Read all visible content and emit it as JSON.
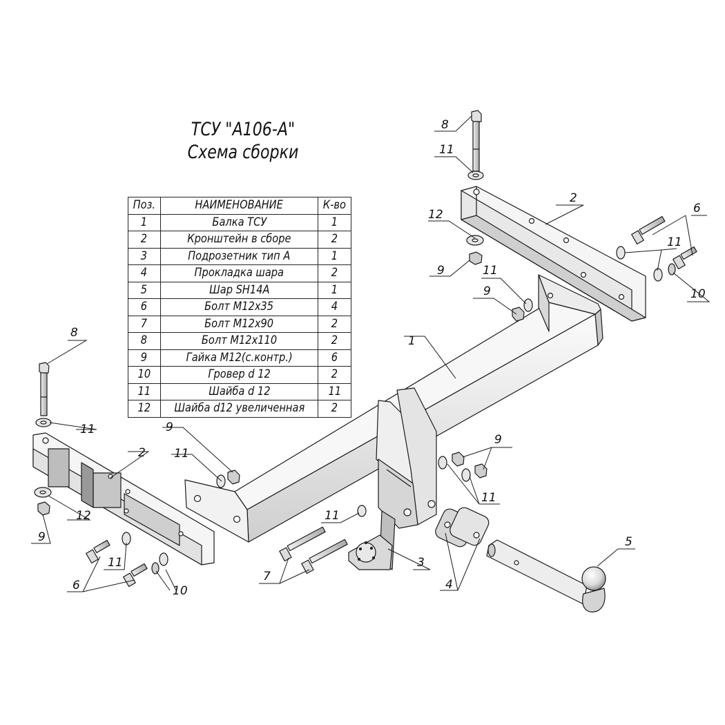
{
  "title": {
    "line1": "ТСУ \"А106-А\"",
    "line2": "Схема сборки"
  },
  "table": {
    "headers": [
      "Поз.",
      "НАИМЕНОВАНИЕ",
      "К-во"
    ],
    "rows": [
      [
        "1",
        "Балка ТСУ",
        "1"
      ],
      [
        "2",
        "Кронштейн в сборе",
        "2"
      ],
      [
        "3",
        "Подрозетник тип А",
        "1"
      ],
      [
        "4",
        "Прокладка шара",
        "2"
      ],
      [
        "5",
        "Шар SH14A",
        "1"
      ],
      [
        "6",
        "Болт М12х35",
        "4"
      ],
      [
        "7",
        "Болт М12х90",
        "2"
      ],
      [
        "8",
        "Болт М12х110",
        "2"
      ],
      [
        "9",
        "Гайка М12(с.контр.)",
        "6"
      ],
      [
        "10",
        "Гровер d 12",
        "2"
      ],
      [
        "11",
        "Шайба d 12",
        "11"
      ],
      [
        "12",
        "Шайба d12 увеличенная",
        "2"
      ]
    ]
  },
  "callouts": {
    "c1": "1",
    "c2a": "2",
    "c2b": "2",
    "c3": "3",
    "c4": "4",
    "c5": "5",
    "c6a": "6",
    "c6b": "6",
    "c7": "7",
    "c8a": "8",
    "c8b": "8",
    "c9a": "9",
    "c9b": "9",
    "c9c": "9",
    "c9d": "9",
    "c10a": "10",
    "c10b": "10",
    "c11a": "11",
    "c11b": "11",
    "c11c": "11",
    "c11d": "11",
    "c11e": "11",
    "c11f": "11",
    "c11g": "11",
    "c11h": "11",
    "c12a": "12",
    "c12b": "12"
  },
  "colors": {
    "line": "#1a1a1a",
    "part_light": "#f4f4f4",
    "part_mid": "#dcdcdc",
    "part_dark": "#a8a8a8"
  }
}
